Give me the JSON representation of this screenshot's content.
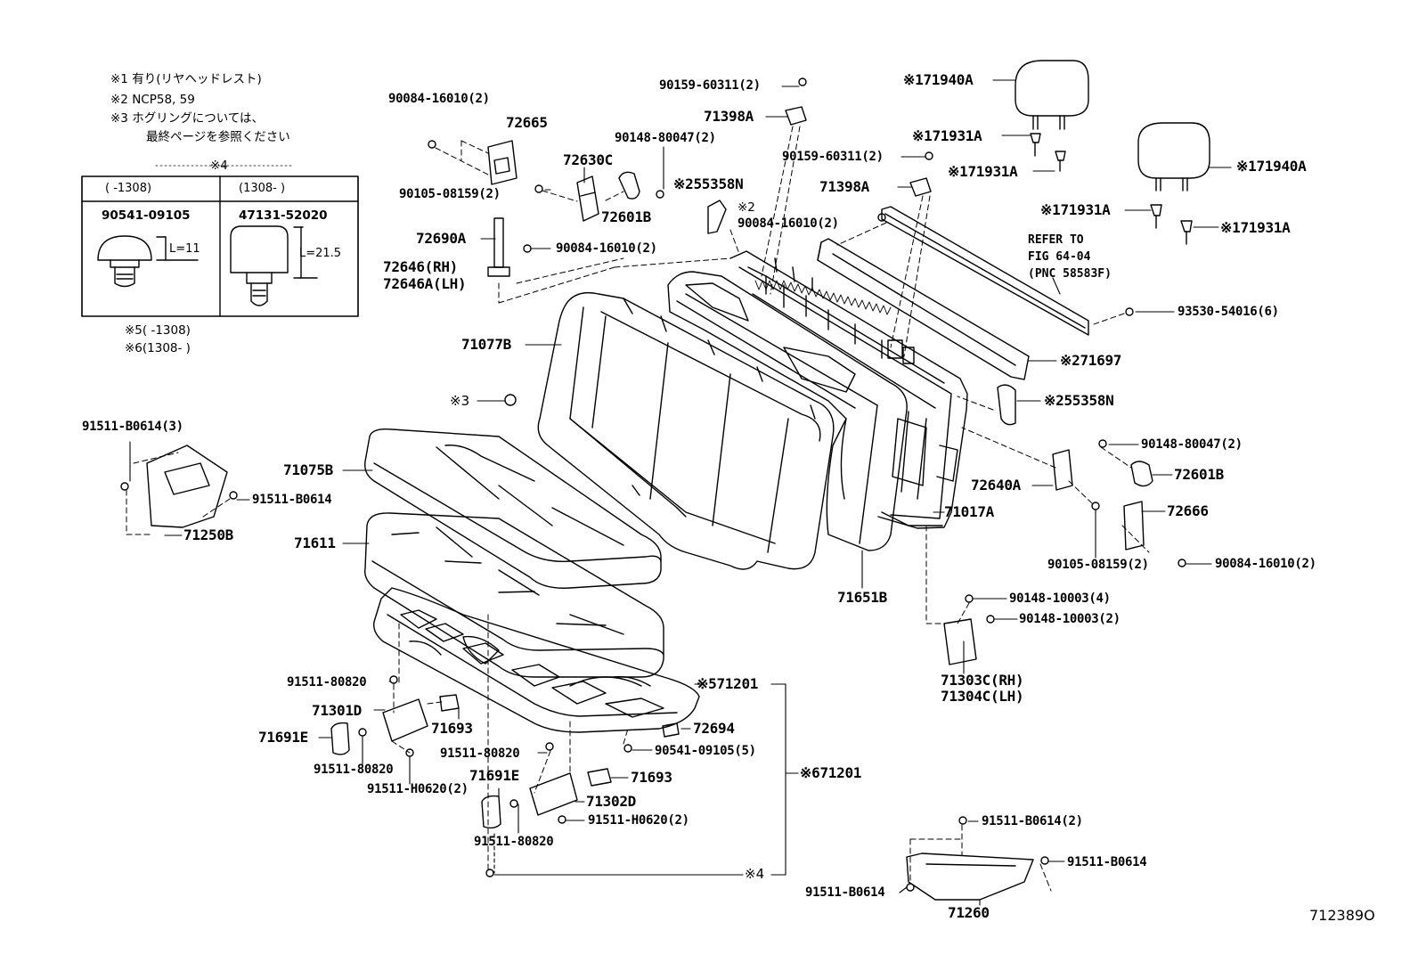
{
  "notes": {
    "n1": "※1 有り(リヤヘッドレスト)",
    "n2": "※2 NCP58, 59",
    "n3a": "※3 ホグリングについては、",
    "n3b": "最終ページを参照ください",
    "n4": "※4",
    "n5": "※5(      -1308)",
    "n6": "※6(1308-       )"
  },
  "spec_table": {
    "col1_head": "(      -1308)",
    "col2_head": "(1308-      )",
    "col1_part": "90541-09105",
    "col2_part": "47131-52020",
    "col1_len": "L=11",
    "col2_len": "L=21.5"
  },
  "refer_box": {
    "line1": "REFER TO",
    "line2": "FIG 64-04",
    "line3": "(PNC 58583F)"
  },
  "labels": [
    {
      "id": "p01",
      "text": "90084-16010(2)"
    },
    {
      "id": "p02",
      "text": "72665"
    },
    {
      "id": "p03",
      "text": "90148-80047(2)"
    },
    {
      "id": "p04",
      "text": "72630C"
    },
    {
      "id": "p05",
      "text": "90105-08159(2)"
    },
    {
      "id": "p06",
      "text": "72601B"
    },
    {
      "id": "p07",
      "text": "72690A"
    },
    {
      "id": "p08",
      "text": "90084-16010(2)"
    },
    {
      "id": "p09",
      "text": "72646(RH)"
    },
    {
      "id": "p10",
      "text": "72646A(LH)"
    },
    {
      "id": "p11",
      "text": "90159-60311(2)"
    },
    {
      "id": "p12",
      "text": "71398A"
    },
    {
      "id": "p13",
      "text": "※255358N"
    },
    {
      "id": "p14",
      "text": "※2"
    },
    {
      "id": "p15",
      "text": "90084-16010(2)"
    },
    {
      "id": "p16",
      "text": "90159-60311(2)"
    },
    {
      "id": "p17",
      "text": "71398A"
    },
    {
      "id": "p18",
      "text": "※171940A"
    },
    {
      "id": "p19",
      "text": "※171931A"
    },
    {
      "id": "p20",
      "text": "※171931A"
    },
    {
      "id": "p21",
      "text": "※171940A"
    },
    {
      "id": "p22",
      "text": "※171931A"
    },
    {
      "id": "p23",
      "text": "※171931A"
    },
    {
      "id": "p24",
      "text": "93530-54016(6)"
    },
    {
      "id": "p25",
      "text": "※271697"
    },
    {
      "id": "p26",
      "text": "※255358N"
    },
    {
      "id": "p27",
      "text": "71077B"
    },
    {
      "id": "p28",
      "text": "※3"
    },
    {
      "id": "p29",
      "text": "91511-B0614(3)"
    },
    {
      "id": "p30",
      "text": "71075B"
    },
    {
      "id": "p31",
      "text": "91511-B0614"
    },
    {
      "id": "p32",
      "text": "71250B"
    },
    {
      "id": "p33",
      "text": "71611"
    },
    {
      "id": "p34",
      "text": "90148-80047(2)"
    },
    {
      "id": "p35",
      "text": "72601B"
    },
    {
      "id": "p36",
      "text": "72640A"
    },
    {
      "id": "p37",
      "text": "72666"
    },
    {
      "id": "p38",
      "text": "71017A"
    },
    {
      "id": "p39",
      "text": "90105-08159(2)"
    },
    {
      "id": "p40",
      "text": "90084-16010(2)"
    },
    {
      "id": "p41",
      "text": "71651B"
    },
    {
      "id": "p42",
      "text": "90148-10003(4)"
    },
    {
      "id": "p43",
      "text": "90148-10003(2)"
    },
    {
      "id": "p44",
      "text": "71303C(RH)"
    },
    {
      "id": "p45",
      "text": "71304C(LH)"
    },
    {
      "id": "p46",
      "text": "91511-80820"
    },
    {
      "id": "p47",
      "text": "※571201"
    },
    {
      "id": "p48",
      "text": "71301D"
    },
    {
      "id": "p49",
      "text": "72694"
    },
    {
      "id": "p50",
      "text": "71691E"
    },
    {
      "id": "p51",
      "text": "71693"
    },
    {
      "id": "p52",
      "text": "90541-09105(5)"
    },
    {
      "id": "p53",
      "text": "91511-80820"
    },
    {
      "id": "p54",
      "text": "91511-80820"
    },
    {
      "id": "p55",
      "text": "※671201"
    },
    {
      "id": "p56",
      "text": "91511-H0620(2)"
    },
    {
      "id": "p57",
      "text": "71691E"
    },
    {
      "id": "p58",
      "text": "71693"
    },
    {
      "id": "p59",
      "text": "71302D"
    },
    {
      "id": "p60",
      "text": "91511-H0620(2)"
    },
    {
      "id": "p61",
      "text": "91511-80820"
    },
    {
      "id": "p62",
      "text": "※4"
    },
    {
      "id": "p63",
      "text": "91511-B0614(2)"
    },
    {
      "id": "p64",
      "text": "91511-B0614"
    },
    {
      "id": "p65",
      "text": "91511-B0614"
    },
    {
      "id": "p66",
      "text": "71260"
    }
  ],
  "illustration_code": "712389O"
}
